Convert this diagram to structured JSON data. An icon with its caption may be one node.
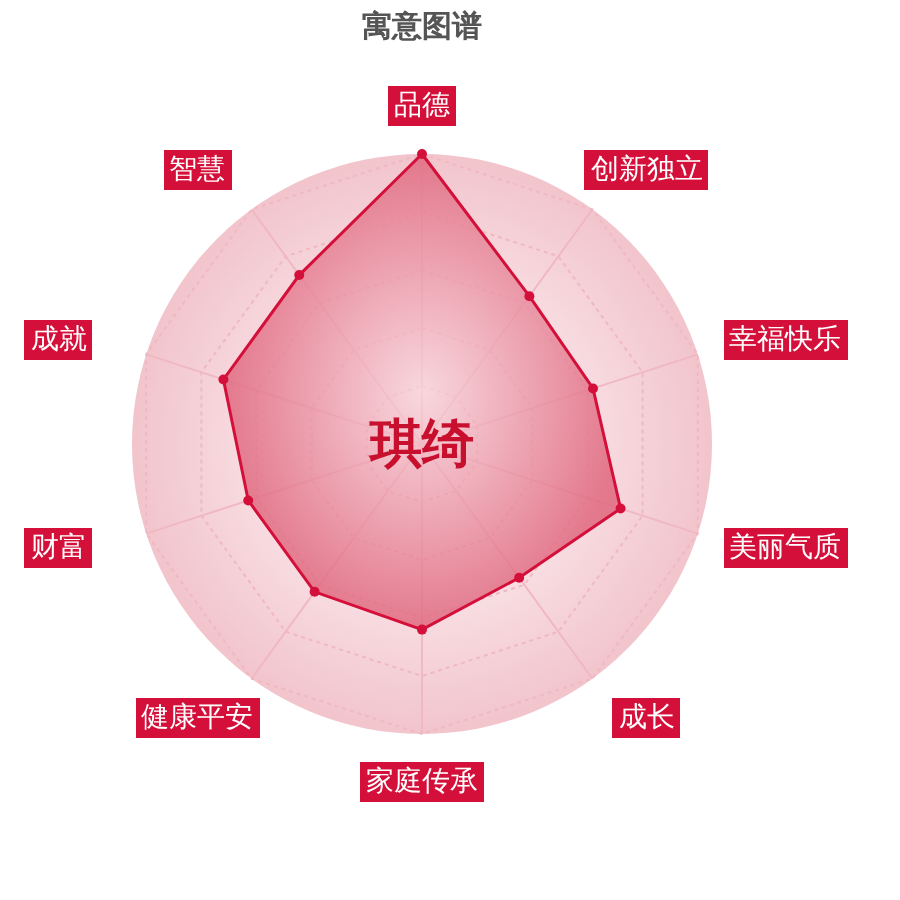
{
  "diagram": {
    "title": "寓意图谱",
    "labels": [
      "品德",
      "智慧",
      "创新独立",
      "成就",
      "幸福快乐",
      "琪绮",
      "财富",
      "美丽气质",
      "健康平安",
      "成长",
      "家庭传承"
    ]
  }
}
